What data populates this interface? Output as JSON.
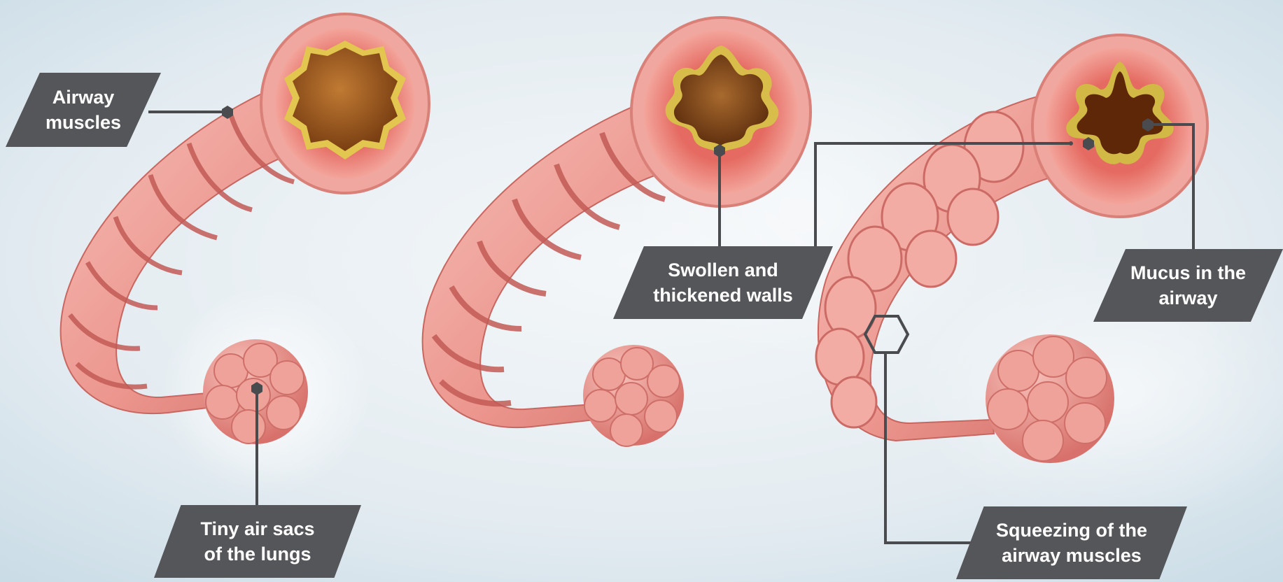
{
  "labels": {
    "airway_muscles": "Airway\nmuscles",
    "air_sacs": "Tiny air sacs\nof the lungs",
    "swollen_walls": "Swollen and\nthickened walls",
    "mucus": "Mucus in the\nairway",
    "squeezing": "Squeezing of the\nairway muscles"
  },
  "colors": {
    "label_background": "#55565a",
    "label_text": "#ffffff",
    "connector": "#4a4b4f",
    "tissue_pink": "#e9908a",
    "tissue_light": "#f3b3ab",
    "tissue_band": "#c9605c",
    "lumen_brown": "#a5621e",
    "mucus_yellow": "#d9c24a",
    "background_sky": "#dfe9ef"
  },
  "icons": {
    "pointer": "hexagon-dot-icon",
    "focus": "hexagon-outline-icon"
  }
}
